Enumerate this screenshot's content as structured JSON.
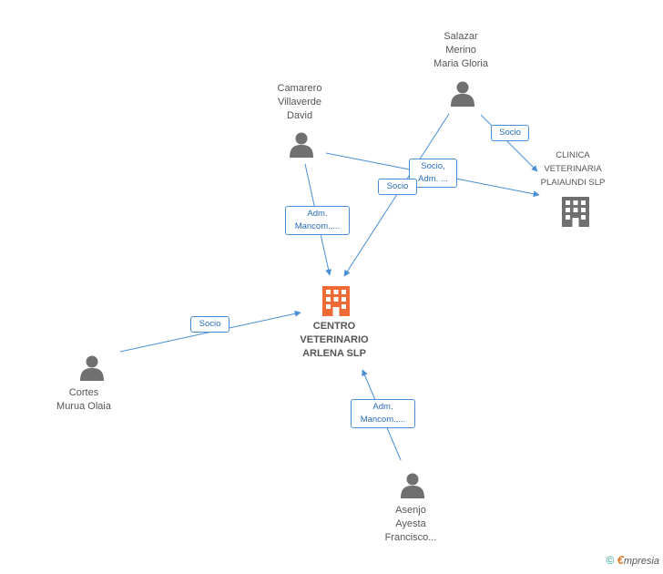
{
  "colors": {
    "edge": "#4a8fd6",
    "person": "#707070",
    "company": "#707070",
    "main_company": "#f06a35"
  },
  "nodes": {
    "salazar": {
      "lines": [
        "Salazar",
        "Merino",
        "Maria Gloria"
      ],
      "icon": "person-icon"
    },
    "camarero": {
      "lines": [
        "Camarero",
        "Villaverde",
        "David"
      ],
      "icon": "person-icon"
    },
    "cortes": {
      "lines": [
        "Cortes",
        "Murua Olaia"
      ],
      "icon": "person-icon"
    },
    "asenjo": {
      "lines": [
        "Asenjo",
        "Ayesta",
        "Francisco..."
      ],
      "icon": "person-icon"
    },
    "clinica": {
      "lines": [
        "CLINICA",
        "VETERINARIA",
        "PLAIAUNDI SLP"
      ],
      "icon": "building-icon"
    },
    "centro": {
      "lines": [
        "CENTRO",
        "VETERINARIO",
        "ARLENA SLP"
      ],
      "icon": "building-icon"
    }
  },
  "edges": {
    "salazar_clinica": {
      "lines": [
        "Socio"
      ]
    },
    "camarero_clinica": {
      "lines": [
        "Socio,",
        "Adm. ..."
      ]
    },
    "salazar_centro": {
      "lines": [
        "Socio"
      ]
    },
    "camarero_centro": {
      "lines": [
        "Adm.",
        "Mancom.,..."
      ]
    },
    "cortes_centro": {
      "lines": [
        "Socio"
      ]
    },
    "asenjo_centro": {
      "lines": [
        "Adm.",
        "Mancom.,..."
      ]
    }
  },
  "footer": {
    "copyright": "©",
    "brand_initial": "€",
    "brand_rest": "mpresia"
  }
}
